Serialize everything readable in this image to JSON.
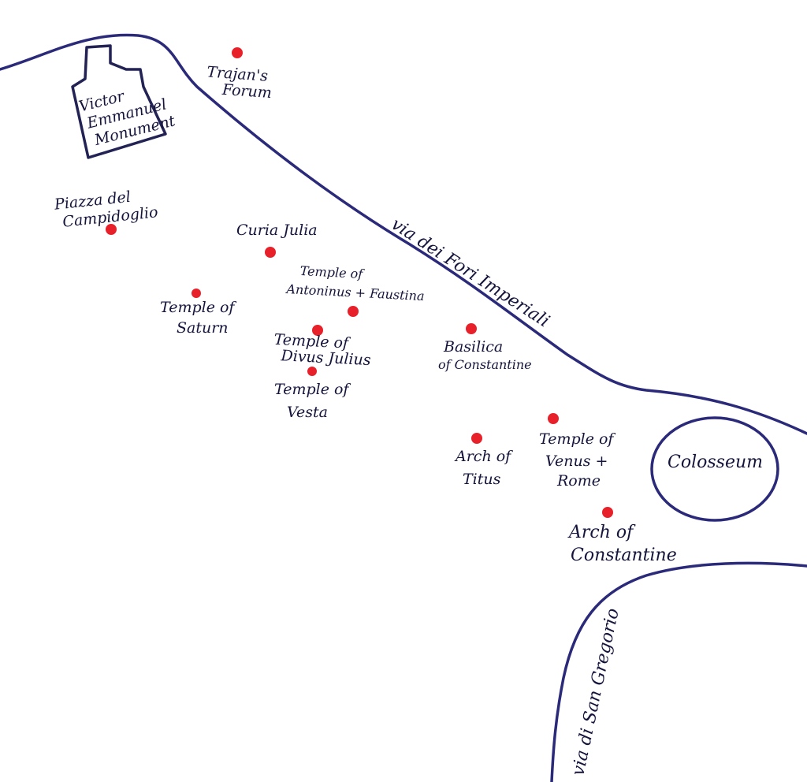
{
  "roads": {
    "fori_imperiali": "via dei Fori Imperiali",
    "san_gregorio": "via di San Gregorio"
  },
  "landmarks": {
    "victor_emmanuel": [
      "Victor",
      "Emmanuel",
      "Monument"
    ],
    "trajans_forum": [
      "Trajan's",
      "Forum"
    ],
    "piazza_campidoglio": [
      "Piazza del",
      "Campidoglio"
    ],
    "curia_julia": [
      "Curia Julia"
    ],
    "temple_antoninus": [
      "Temple of",
      "Antoninus + Faustina"
    ],
    "temple_saturn": [
      "Temple of",
      "Saturn"
    ],
    "temple_divus_julius": [
      "Temple of",
      "Divus Julius"
    ],
    "temple_vesta": [
      "Temple of",
      "Vesta"
    ],
    "basilica_constantine": [
      "Basilica",
      "of Constantine"
    ],
    "arch_titus": [
      "Arch of",
      "Titus"
    ],
    "temple_venus_rome": [
      "Temple of",
      "Venus +",
      "Rome"
    ],
    "colosseum": [
      "Colosseum"
    ],
    "arch_constantine": [
      "Arch of",
      "Constantine"
    ]
  },
  "colors": {
    "road": "#2b2a7a",
    "marker": "#e8202a",
    "ink": "#14143c"
  }
}
